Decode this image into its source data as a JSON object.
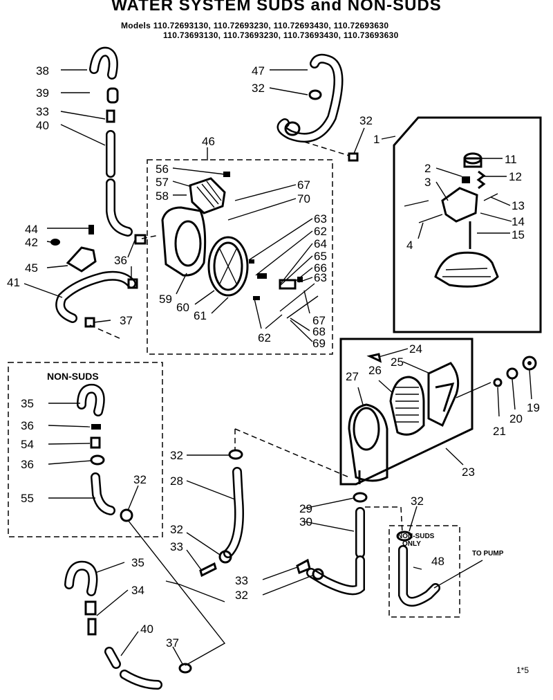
{
  "header": {
    "title": "WATER SYSTEM SUDS and NON-SUDS",
    "models_line1": "Models 110.72693130, 110.72693230, 110.72693430, 110.72693630",
    "models_line2": "110.73693130, 110.73693230, 110.73693430, 110.73693630"
  },
  "boxes": {
    "non_suds_title": "NON-SUDS",
    "non_suds_only_line1": "NON-SUDS",
    "non_suds_only_line2": "ONLY",
    "to_pump": "TO PUMP"
  },
  "callouts": {
    "c38": "38",
    "c39": "39",
    "c33a": "33",
    "c40a": "40",
    "c47": "47",
    "c32a": "32",
    "c32b": "32",
    "c1": "1",
    "c46": "46",
    "c56": "56",
    "c57": "57",
    "c58": "58",
    "c67a": "67",
    "c70": "70",
    "c63a": "63",
    "c62a": "62",
    "c64": "64",
    "c65": "65",
    "c66": "66",
    "c63b": "63",
    "c59": "59",
    "c60": "60",
    "c61": "61",
    "c62b": "62",
    "c67b": "67",
    "c68": "68",
    "c69": "69",
    "c11": "11",
    "c2": "2",
    "c12": "12",
    "c3": "3",
    "c13": "13",
    "c14": "14",
    "c4": "4",
    "c15": "15",
    "c44": "44",
    "c42": "42",
    "c45": "45",
    "c36a": "36",
    "c41": "41",
    "c37a": "37",
    "c24": "24",
    "c25": "25",
    "c27": "27",
    "c26": "26",
    "c21": "21",
    "c20": "20",
    "c19": "19",
    "c23": "23",
    "c35a": "35",
    "c36b": "36",
    "c54": "54",
    "c36c": "36",
    "c55": "55",
    "c32c": "32",
    "c32d": "32",
    "c28": "28",
    "c32e": "32",
    "c33b": "33",
    "c29": "29",
    "c30": "30",
    "c32f": "32",
    "c48": "48",
    "c33c": "33",
    "c32g": "32",
    "c35b": "35",
    "c34": "34",
    "c40b": "40",
    "c37b": "37"
  },
  "page_number": "1*5"
}
